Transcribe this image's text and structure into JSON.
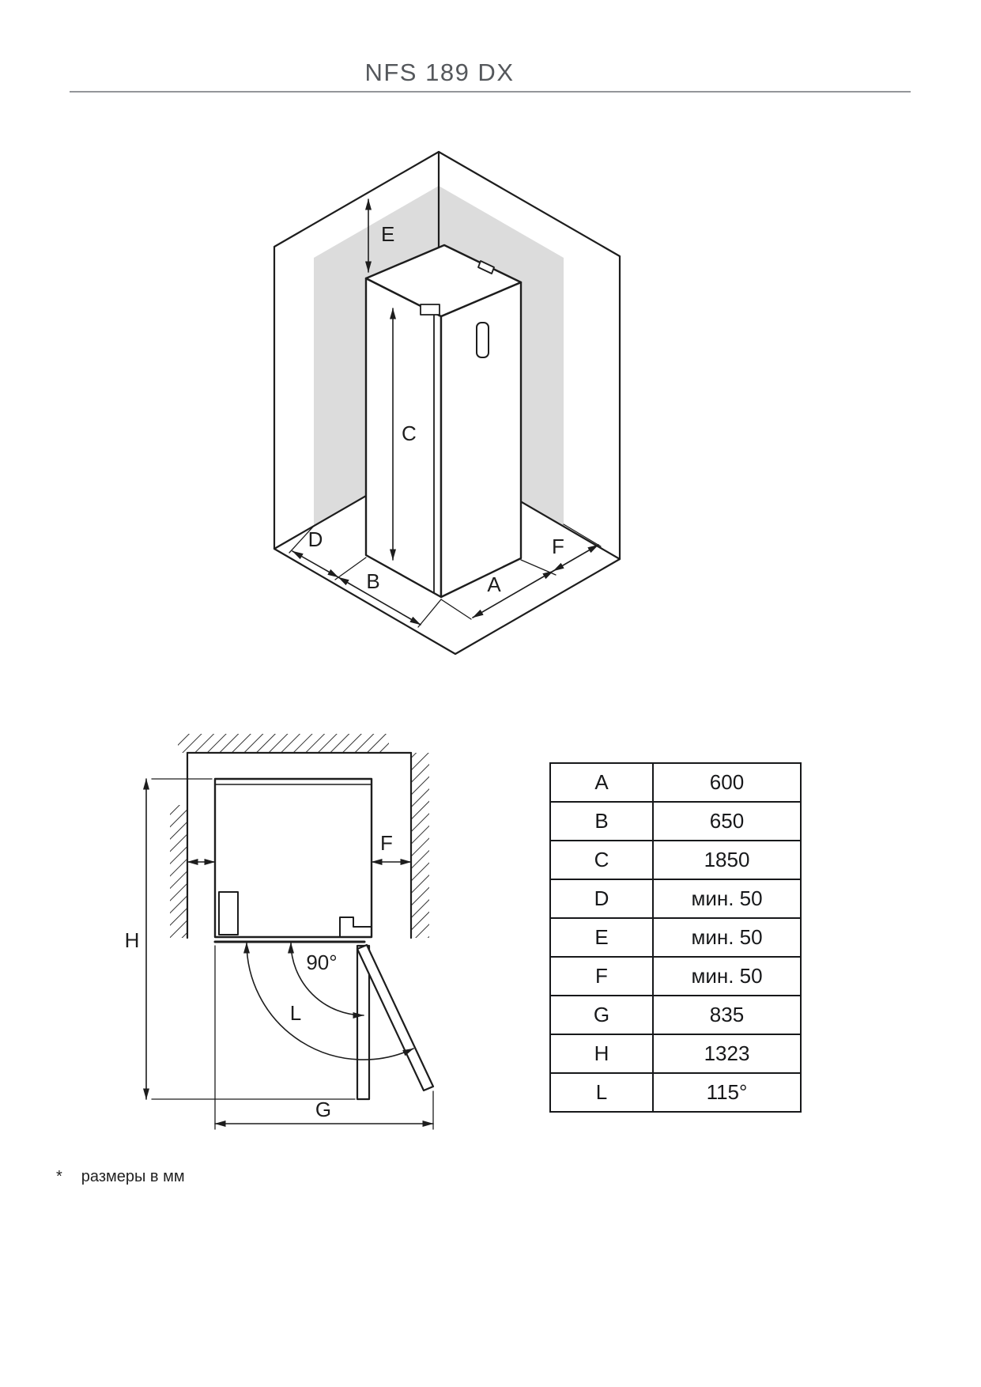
{
  "page": {
    "title": "NFS 189 DX",
    "footnote": {
      "marker": "*",
      "text": "размеры в мм"
    }
  },
  "iso_view": {
    "labels": {
      "A": "A",
      "B": "B",
      "C": "C",
      "D": "D",
      "E": "E",
      "F": "F"
    }
  },
  "plan_view": {
    "labels": {
      "F": "F",
      "H": "H",
      "G": "G",
      "L": "L",
      "angle_90": "90°"
    }
  },
  "dim_table": {
    "rows": [
      {
        "key": "A",
        "value": "600"
      },
      {
        "key": "B",
        "value": "650"
      },
      {
        "key": "C",
        "value": "1850"
      },
      {
        "key": "D",
        "value": "мин. 50"
      },
      {
        "key": "E",
        "value": "мин. 50"
      },
      {
        "key": "F",
        "value": "мин. 50"
      },
      {
        "key": "G",
        "value": "835"
      },
      {
        "key": "H",
        "value": "1323"
      },
      {
        "key": "L",
        "value": "115°"
      }
    ]
  }
}
